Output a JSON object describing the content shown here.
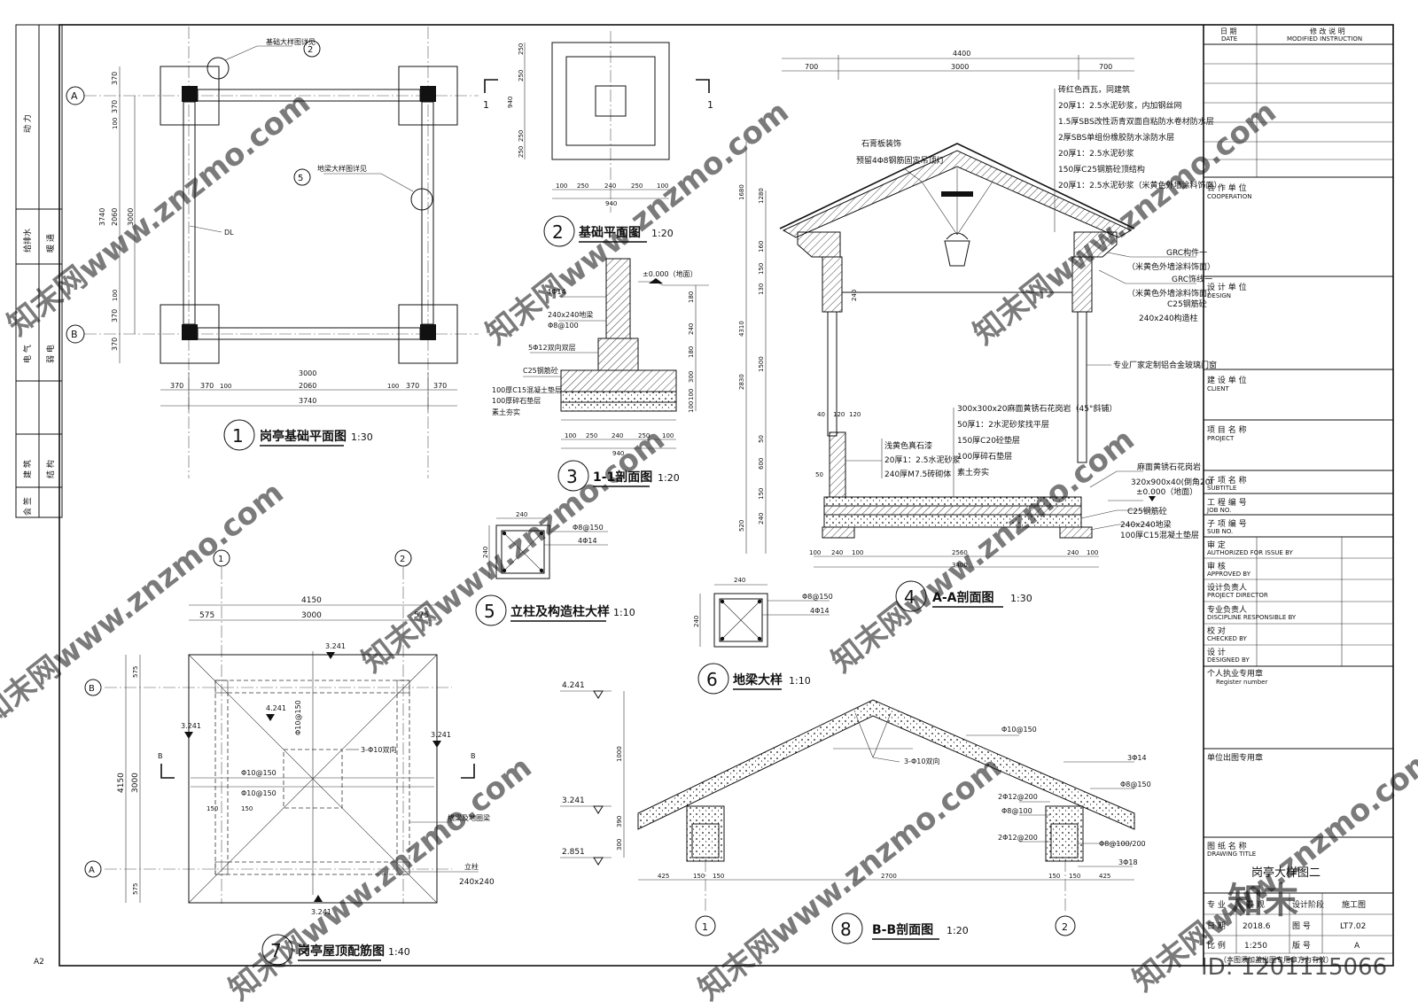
{
  "watermark": {
    "text": "知末网www.znzmo.com",
    "logo": "知末",
    "id_text": "ID: 1201115066"
  },
  "sheet": {
    "size_mark": "A2"
  },
  "left_strip": {
    "labels": [
      "动 力",
      "给排水",
      "暖 通",
      "电 气",
      "弱 电",
      "建 筑",
      "结 构",
      "会 签"
    ]
  },
  "title_block": {
    "date_cn": "日 期",
    "date_en": "DATE",
    "modified_cn": "修 改 说 明",
    "modified_en": "MODIFIED INSTRUCTION",
    "cooperation_cn": "合 作 单 位",
    "cooperation_en": "COOPERATION",
    "design_cn": "设 计 单 位",
    "design_en": "DESIGN",
    "client_cn": "建 设 单 位",
    "client_en": "CLIENT",
    "project_cn": "项 目 名 称",
    "project_en": "PROJECT",
    "subtitle_cn": "子 项 名 称",
    "subtitle_en": "SUBTITLE",
    "job_cn": "工 程 编 号",
    "job_en": "JOB NO.",
    "subno_cn": "子 项 编 号",
    "subno_en": "SUB NO.",
    "authorized_cn": "审 定",
    "authorized_en": "AUTHORIZED FOR ISSUE BY",
    "approved_cn": "审 核",
    "approved_en": "APPROVED BY",
    "director_cn": "设计负责人",
    "director_en": "PROJECT DIRECTOR",
    "responsible_cn": "专业负责人",
    "responsible_en": "DISCIPLINE RESPONSIBLE BY",
    "checked_cn": "校 对",
    "checked_en": "CHECKED BY",
    "designed_cn": "设 计",
    "designed_en": "DESIGNED BY",
    "register_cn": "个人执业专用章",
    "register_en": "Register number",
    "stamp_cn": "单位出图专用章",
    "drawing_title_cn": "图 纸 名 称",
    "drawing_title_en": "DRAWING TITLE",
    "drawing_title": "岗亭大样图二",
    "spec_cn": "专 业",
    "spec_val": "景 观",
    "stage_cn": "设计阶段",
    "stage_val": "施工图",
    "date2_cn": "日 期",
    "date2_val": "2018.6",
    "drawno_cn": "图 号",
    "drawno_val": "LT7.02",
    "scale_cn": "比 例",
    "scale_val": "1:250",
    "rev_cn": "版 号",
    "rev_val": "A",
    "footnote": "（本图须加盖出图专用章方为有效）"
  },
  "d1": {
    "num": "1",
    "title": "岗亭基础平面图",
    "scale": "1:30",
    "axis_a": "A",
    "axis_b": "B",
    "note_top": "基础大样图详见",
    "note_top_num": "2",
    "note_mid": "地梁大样图详见",
    "note_mid_num": "5",
    "dl": "DL",
    "dims_bottom": [
      "370",
      "370",
      "100",
      "2060",
      "100",
      "370",
      "370"
    ],
    "dim_3000": "3000",
    "dim_3740": "3740",
    "dims_left": [
      "370",
      "370",
      "100",
      "2060",
      "100",
      "370",
      "370"
    ],
    "dim_left_3000": "3000",
    "dim_left_3740": "3740"
  },
  "d2": {
    "num": "2",
    "title": "基础平面图",
    "scale": "1:20",
    "cut": "1",
    "dims_left": [
      "250",
      "250",
      "250",
      "250"
    ],
    "dim_total": "940",
    "dims_bottom": [
      "100",
      "250",
      "240",
      "250",
      "100"
    ],
    "dim_bottom_total": "940"
  },
  "d3": {
    "num": "3",
    "title": "1-1剖面图",
    "scale": "1:20",
    "elev": "±0.000（地面）",
    "labels": [
      "4Φ14",
      "240x240地梁",
      "Φ8@100",
      "5Φ12双向双层",
      "C25钢筋砼",
      "100厚C15混凝土垫层",
      "100厚碎石垫层",
      "素土夯实"
    ],
    "dims_right": [
      "180",
      "240",
      "180",
      "300",
      "100",
      "100"
    ],
    "dims_bottom": [
      "100",
      "250",
      "240",
      "250",
      "100"
    ],
    "dim_total": "940"
  },
  "d4": {
    "num": "4",
    "title": "A-A剖面图",
    "scale": "1:30",
    "dims_top": [
      "700",
      "3000",
      "700"
    ],
    "dim_top_total": "4400",
    "roof_notes": [
      "砖红色西瓦，同建筑",
      "20厚1：2.5水泥砂浆，内加钢丝网",
      "1.5厚SBS改性沥青双面自粘防水卷材防水层",
      "2厚SBS单组份橡胶防水涂防水层",
      "20厚1：2.5水泥砂浆",
      "150厚C25钢筋砼顶结构",
      "20厚1：2.5水泥砂浆（米黄色外墙涂料饰面）"
    ],
    "gypsum": "石膏板装饰",
    "lamp": "预留4Φ8钢筋固定吊顶灯",
    "right_notes": [
      "GRC构件一",
      "（米黄色外墙涂料饰面）",
      "GRC饰线一",
      "（米黄色外墙涂料饰面）",
      "C25钢筋砼",
      "240x240构造柱",
      "专业厂家定制铝合金玻璃门窗"
    ],
    "floor_notes": [
      "300x300x20麻面黄锈石花岗岩（45°斜铺）",
      "50厚1：2水泥砂浆找平层",
      "150厚C20砼垫层",
      "100厚碎石垫层",
      "素土夯实"
    ],
    "wall_notes": [
      "浅黄色真石漆",
      "20厚1：2.5水泥砂浆",
      "240厚M7.5砖砌体"
    ],
    "base_notes": [
      "麻面黄锈石花岗岩",
      "320x900x40(倒角20)",
      "±0.000（地面）",
      "C25钢筋砼",
      "240x240地梁",
      "100厚C15混凝土垫层"
    ],
    "dims_left": [
      "1280",
      "160",
      "150",
      "130",
      "1500",
      "50",
      "600",
      "150",
      "240",
      "520"
    ],
    "dims_left2": [
      "1680",
      "4310",
      "2830"
    ],
    "dims_bottom": [
      "100",
      "240",
      "100",
      "2560",
      "240",
      "100"
    ],
    "dim_bottom_total": "3400",
    "small_dims": [
      "240",
      "40",
      "120",
      "120",
      "50"
    ]
  },
  "d5": {
    "num": "5",
    "title": "立柱及构造柱大样",
    "scale": "1:10",
    "rebar1": "Φ8@150",
    "rebar2": "4Φ14",
    "dim": "240",
    "dim2": "240"
  },
  "d6": {
    "num": "6",
    "title": "地梁大样",
    "scale": "1:10",
    "rebar1": "Φ8@150",
    "rebar2": "4Φ14",
    "dim": "240",
    "dim2": "240"
  },
  "d7": {
    "num": "7",
    "title": "岗亭屋顶配筋图",
    "scale": "1:40",
    "axis_1": "1",
    "axis_2": "2",
    "axis_a": "A",
    "axis_b": "B",
    "dim_total": "4150",
    "dims_top": [
      "575",
      "3000",
      "575"
    ],
    "dims_left": [
      "575",
      "3000",
      "575"
    ],
    "dim_left_total": "4150",
    "elev_top": "3.241",
    "elev_center": "4.241",
    "elev_left": "3.241",
    "elev_right": "3.241",
    "elev_bottom": "3.241",
    "rebar_v": "Φ10@150",
    "rebar_h1": "Φ10@150",
    "rebar_h2": "Φ10@150",
    "rebar_ring": "3-Φ10双向",
    "cut": "B",
    "ring_beam": "横梁及地圈梁",
    "column": "立柱",
    "column_size": "240x240",
    "small_150a": "150",
    "small_150b": "150"
  },
  "d8": {
    "num": "8",
    "title": "B-B剖面图",
    "scale": "1:20",
    "elevs": [
      "4.241",
      "3.241",
      "2.851"
    ],
    "dims_left": [
      "1000",
      "390",
      "300"
    ],
    "rebars": [
      "Φ10@150",
      "3-Φ10双向",
      "3Φ14",
      "Φ8@150",
      "2Φ12@200",
      "Φ8@100",
      "2Φ12@200",
      "Φ8@100/200",
      "3Φ18"
    ],
    "dims_bottom": [
      "425",
      "150",
      "150",
      "2700",
      "150",
      "150",
      "425"
    ],
    "axis_1": "1",
    "axis_2": "2"
  }
}
